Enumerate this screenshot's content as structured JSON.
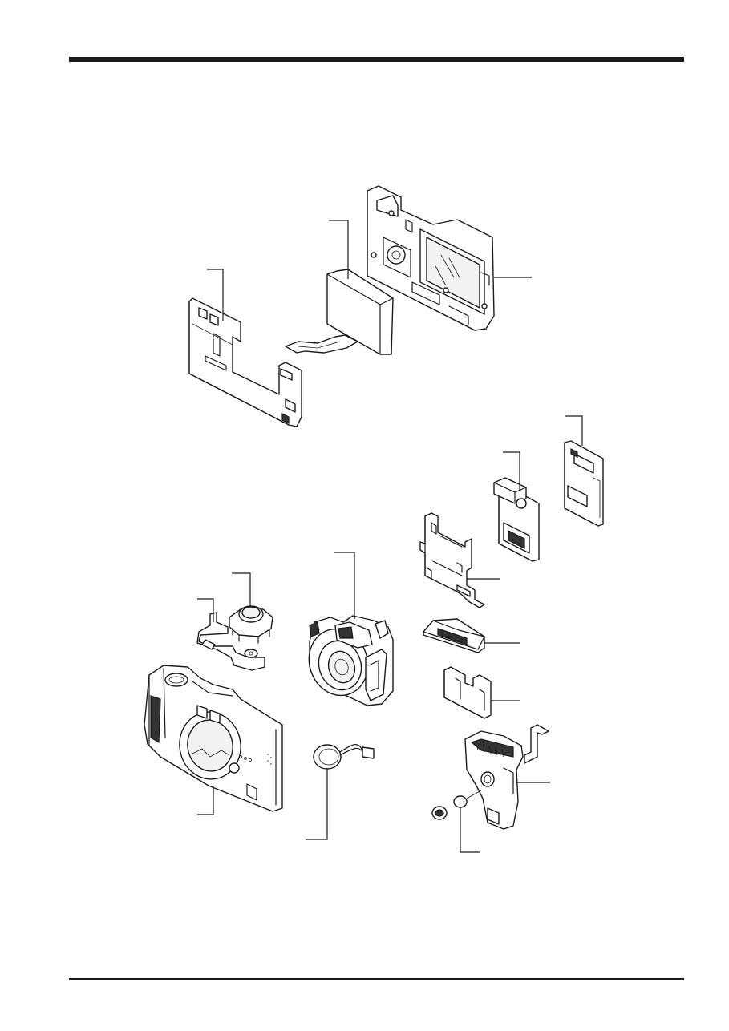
{
  "document": {
    "type": "exploded-parts-diagram",
    "subject": "camera-disassembly",
    "line_color": "#1a1a1a",
    "background": "#ffffff"
  },
  "parts": [
    {
      "id": "rear-case",
      "icon": "rear-case-frame"
    },
    {
      "id": "lcd-panel",
      "icon": "lcd-with-flex-cable"
    },
    {
      "id": "main-pcb",
      "icon": "main-circuit-board"
    },
    {
      "id": "side-pcb",
      "icon": "small-circuit-board"
    },
    {
      "id": "card-slot-board",
      "icon": "card-slot-board"
    },
    {
      "id": "chassis-frame",
      "icon": "metal-chassis"
    },
    {
      "id": "connector-block",
      "icon": "connector-block"
    },
    {
      "id": "cover-plate",
      "icon": "cover-plate"
    },
    {
      "id": "lens-unit",
      "icon": "zoom-lens-assembly"
    },
    {
      "id": "button-unit",
      "icon": "push-button-switch"
    },
    {
      "id": "flex-board",
      "icon": "switch-flex-board"
    },
    {
      "id": "front-case",
      "icon": "front-case-shell"
    },
    {
      "id": "speaker",
      "icon": "speaker-with-lead"
    },
    {
      "id": "viewfinder-unit",
      "icon": "viewfinder-assembly"
    },
    {
      "id": "eyepiece-ring",
      "icon": "eyepiece-ring"
    }
  ]
}
